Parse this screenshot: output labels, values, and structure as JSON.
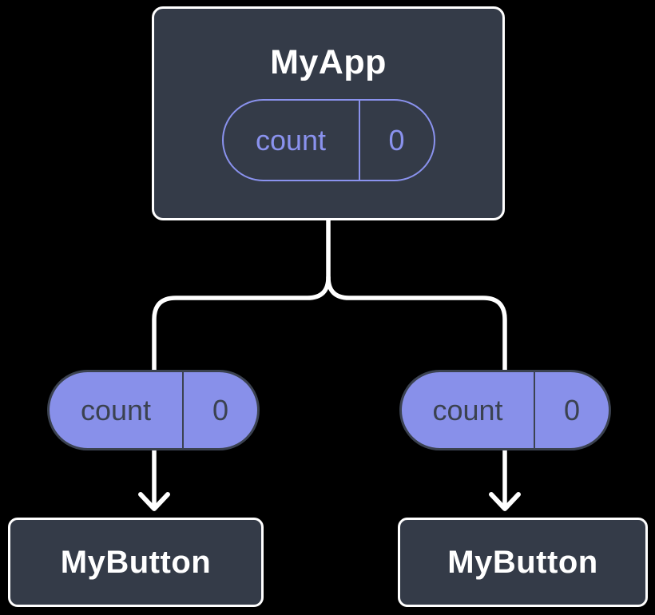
{
  "colors": {
    "background": "#000000",
    "node_fill": "#343b48",
    "node_border": "#ffffff",
    "pill_purple": "#8890ea",
    "pill_outline_purple": "#8a92ee",
    "pill_dark_text": "#3b4250",
    "connector": "#ffffff"
  },
  "tree": {
    "root": {
      "title": "MyApp",
      "state": {
        "name": "count",
        "value": "0"
      }
    },
    "left_prop": {
      "name": "count",
      "value": "0"
    },
    "right_prop": {
      "name": "count",
      "value": "0"
    },
    "children": [
      {
        "title": "MyButton"
      },
      {
        "title": "MyButton"
      }
    ]
  }
}
